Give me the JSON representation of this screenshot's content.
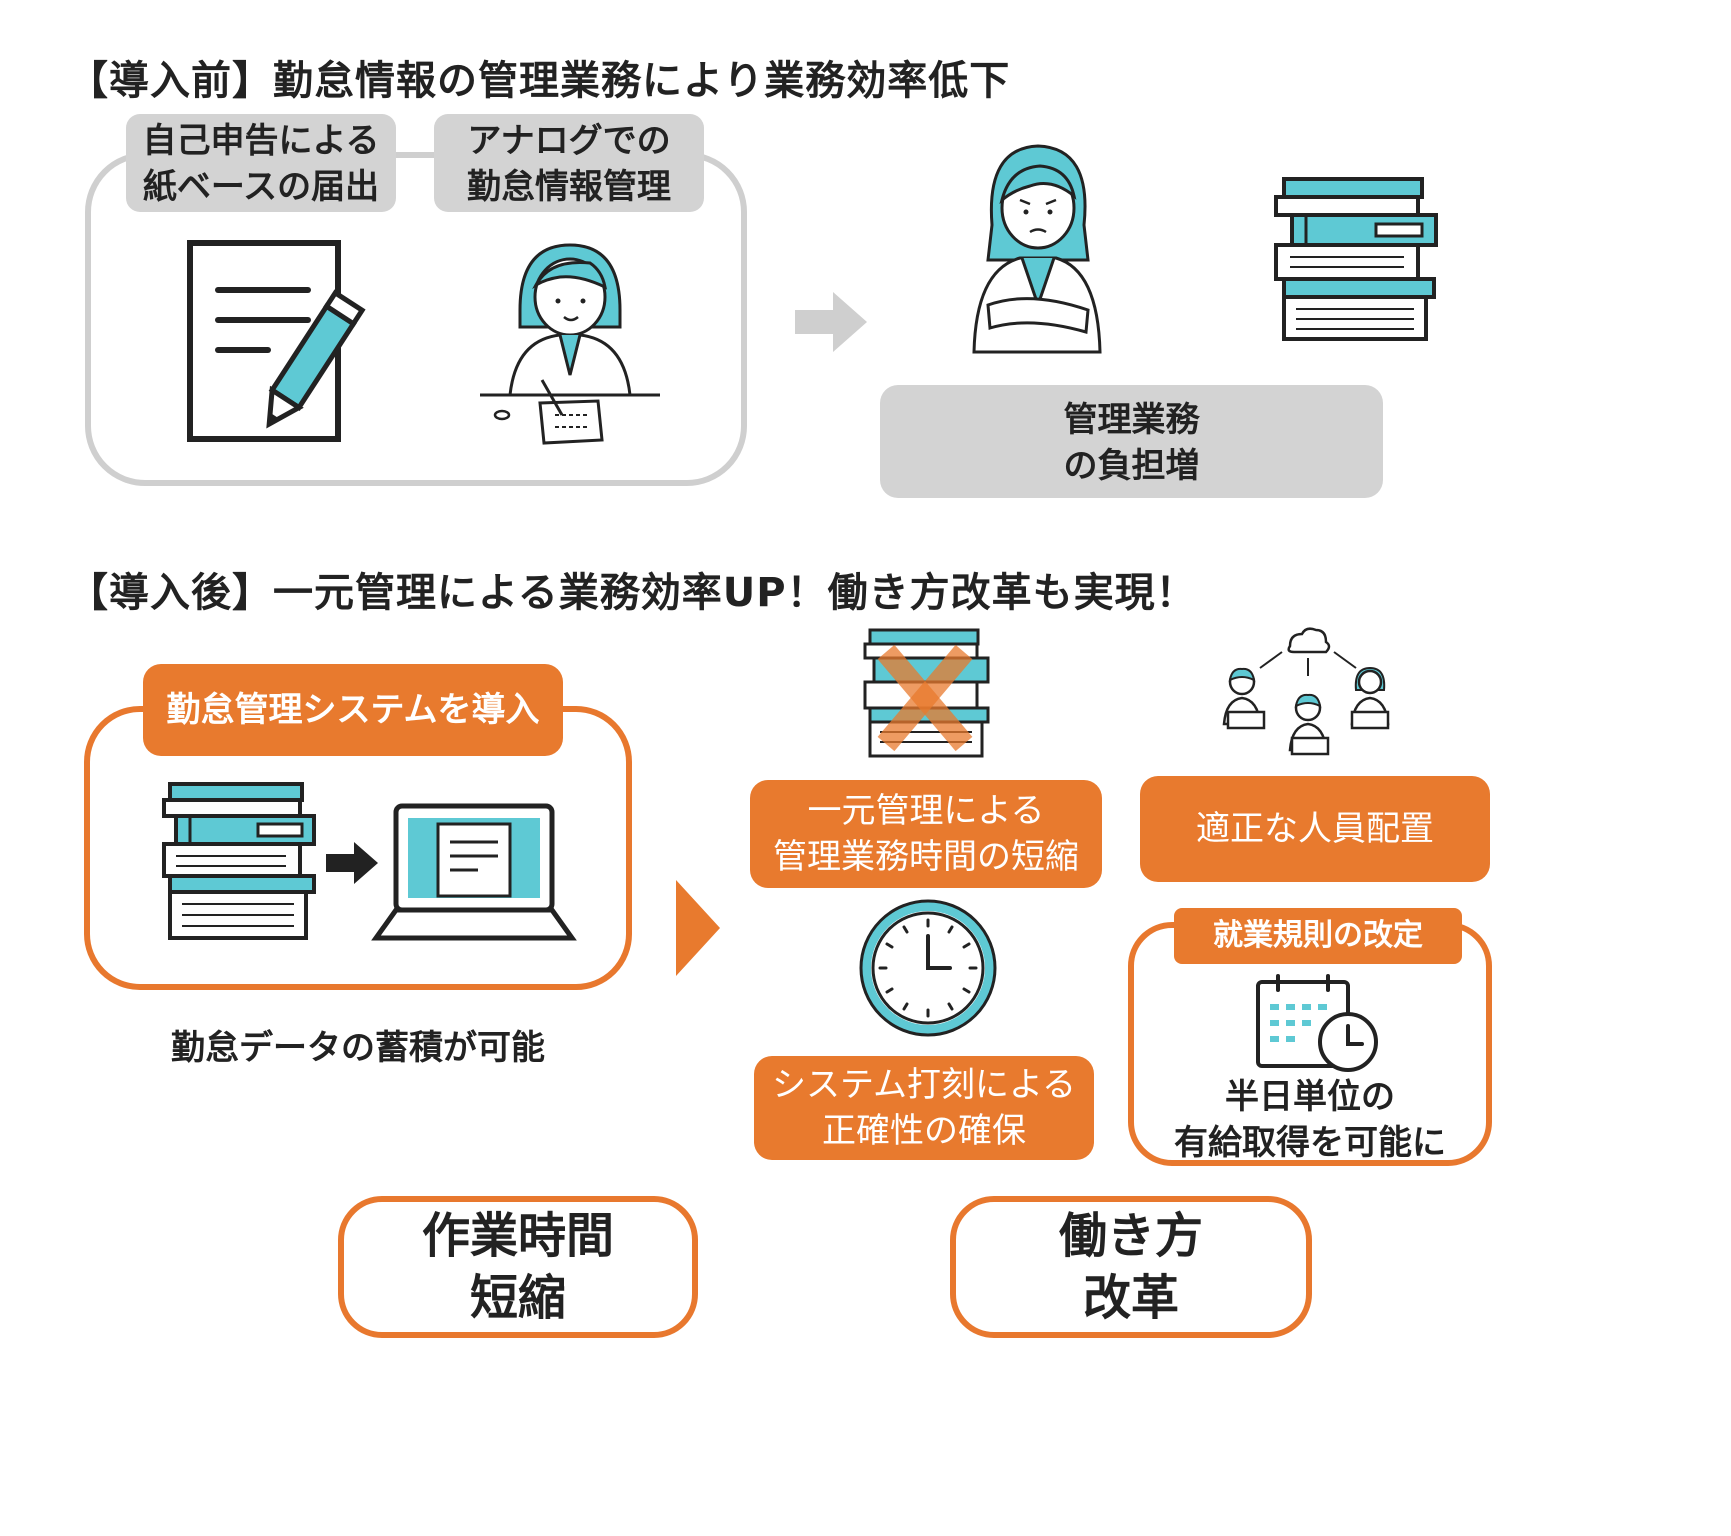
{
  "before": {
    "heading": "【導入前】勤怠情報の管理業務により業務効率低下",
    "tag_left": [
      "自己申告による",
      "紙ベースの届出"
    ],
    "tag_right": [
      "アナログでの",
      "勤怠情報管理"
    ],
    "result": [
      "管理業務",
      "の負担増"
    ]
  },
  "after": {
    "heading": "【導入後】一元管理による業務効率UP！働き方改革も実現！",
    "system_tag": "勤怠管理システムを導入",
    "data_note": "勤怠データの蓄積が可能",
    "effect1": [
      "一元管理による",
      "管理業務時間の短縮"
    ],
    "effect2": [
      "システム打刻による",
      "正確性の確保"
    ],
    "effect3": "適正な人員配置",
    "rule_tag": "就業規則の改定",
    "rule_text": [
      "半日単位の",
      "有給取得を可能に"
    ],
    "result_left": [
      "作業時間",
      "短縮"
    ],
    "result_right": [
      "働き方",
      "改革"
    ]
  },
  "colors": {
    "orange": "#e87a2e",
    "teal": "#5ec9d4",
    "gray": "#d3d3d3",
    "dark": "#222222"
  },
  "icons": [
    "document-pen-icon",
    "person-writing-icon",
    "arrow-right-icon",
    "worried-person-icon",
    "stacked-files-icon",
    "laptop-icon",
    "cross-files-icon",
    "network-people-icon",
    "clock-icon",
    "calendar-clock-icon"
  ]
}
